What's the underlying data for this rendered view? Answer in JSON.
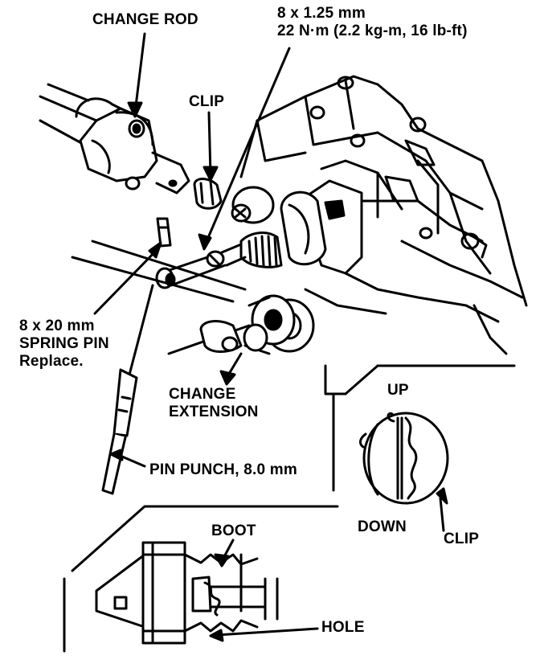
{
  "labels": {
    "change_rod": "CHANGE ROD",
    "bolt_size": "8 x 1.25 mm",
    "bolt_torque": "22 N·m (2.2 kg-m, 16 lb-ft)",
    "clip_top": "CLIP",
    "spring_pin_size": "8 x 20 mm",
    "spring_pin": "SPRING PIN",
    "spring_pin_note": "Replace.",
    "change_extension_1": "CHANGE",
    "change_extension_2": "EXTENSION",
    "up": "UP",
    "down": "DOWN",
    "clip_detail": "CLIP",
    "pin_punch": "PIN PUNCH, 8.0 mm",
    "boot": "BOOT",
    "hole": "HOLE"
  }
}
